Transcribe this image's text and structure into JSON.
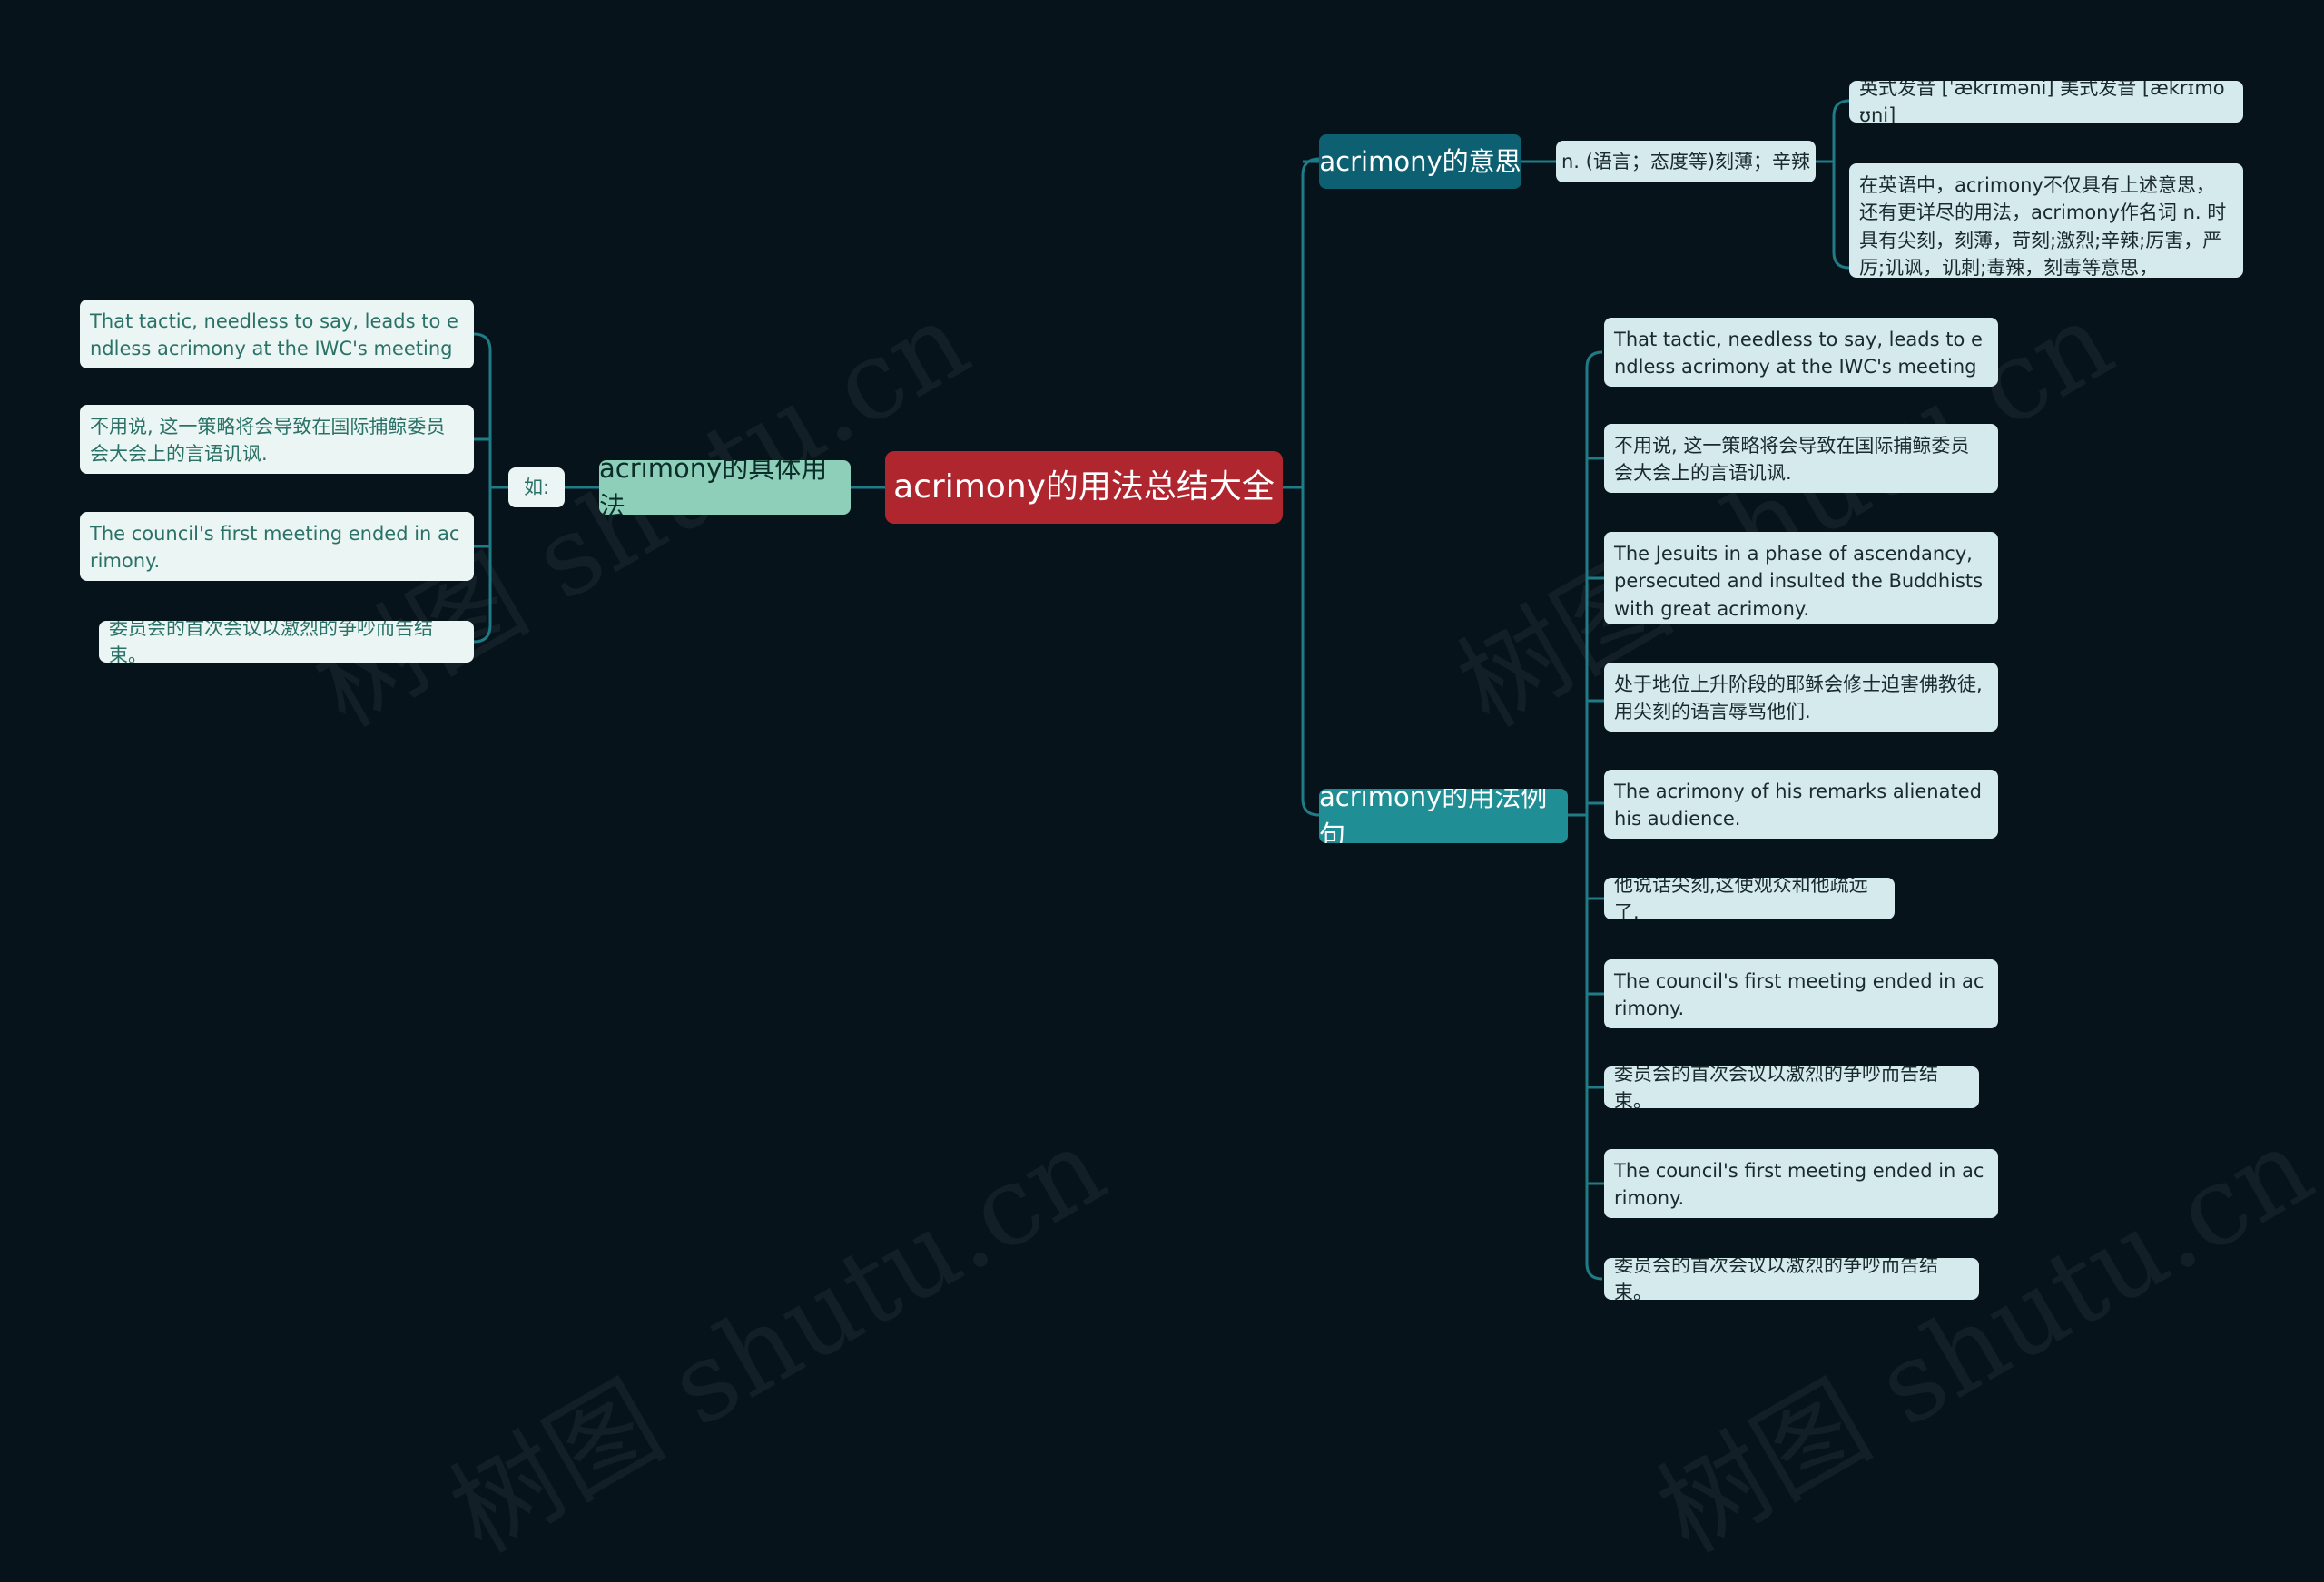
{
  "root": "acrimony的用法总结大全",
  "branches": {
    "meaning": {
      "label": "acrimony的意思",
      "definition": "n. (语言；态度等)刻薄；辛辣",
      "children": [
        "英式发音 [ˈækrɪməni] 美式发音 [ækrɪmoʊni]",
        "在英语中，acrimony不仅具有上述意思，还有更详尽的用法，acrimony作名词 n. 时具有尖刻，刻薄，苛刻;激烈;辛辣;厉害，严厉;讥讽，讥刺;毒辣，刻毒等意思，"
      ]
    },
    "examples": {
      "label": "acrimony的用法例句",
      "items": [
        "That tactic, needless to say, leads to endless acrimony at the IWC's meetings.",
        "不用说, 这一策略将会导致在国际捕鲸委员会大会上的言语讥讽.",
        "The Jesuits in a phase of ascendancy, persecuted and insulted the Buddhists with great acrimony.",
        "处于地位上升阶段的耶稣会修士迫害佛教徒, 用尖刻的语言辱骂他们.",
        "The acrimony of his remarks alienated his audience.",
        "他说话尖刻,这使观众和他疏远了.",
        "The council's first meeting ended in acrimony.",
        "委员会的首次会议以激烈的争吵而告结束。",
        "The council's first meeting ended in acrimony.",
        "委员会的首次会议以激烈的争吵而告结束。"
      ]
    },
    "usage": {
      "label": "acrimony的具体用法",
      "tag": "如:",
      "items": [
        "That tactic, needless to say, leads to endless acrimony at the IWC's meetings.",
        "不用说, 这一策略将会导致在国际捕鲸委员会大会上的言语讥讽.",
        "The council's first meeting ended in acrimony.",
        "委员会的首次会议以激烈的争吵而告结束。"
      ]
    }
  },
  "watermark": "树图 shutu.cn",
  "colors": {
    "background": "#07131b",
    "root": "#b0262f",
    "branch_examples": "#1f8e95",
    "branch_meaning": "#0d5f72",
    "branch_usage": "#8ecfb9",
    "connector": "#1f7c86"
  }
}
